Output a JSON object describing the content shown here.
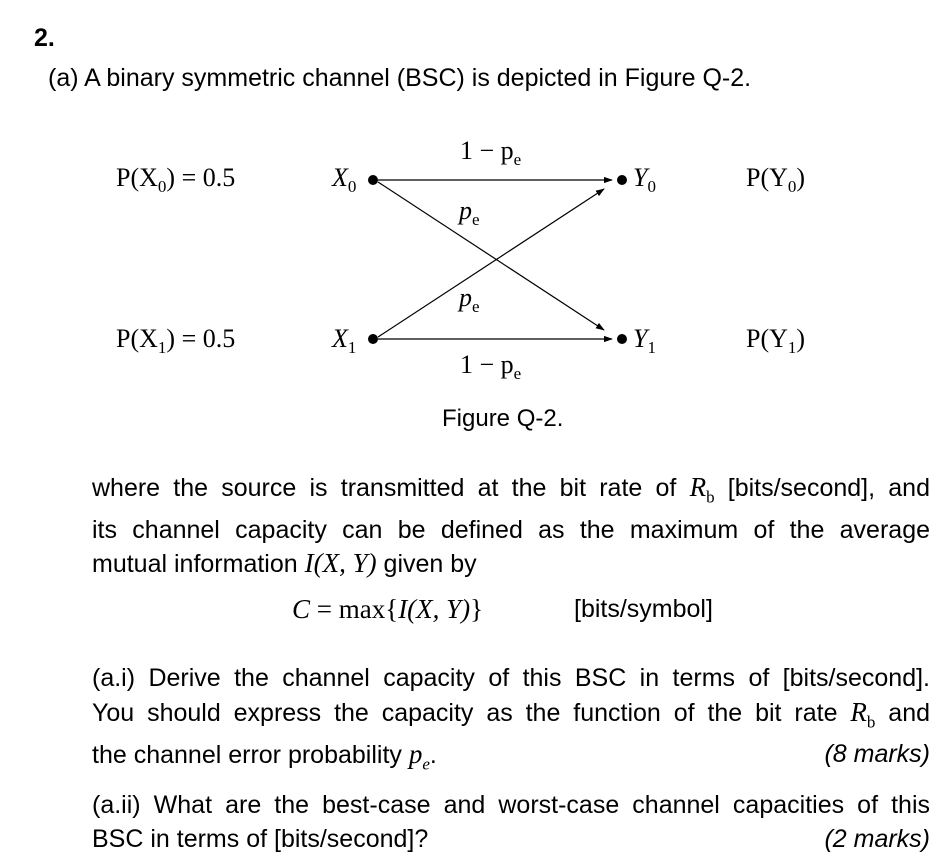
{
  "question": {
    "number": "2",
    "part_a_label": "(a)",
    "part_a_text": "A binary symmetric channel (BSC) is depicted in Figure Q-2."
  },
  "figure": {
    "caption": "Figure Q-2.",
    "px0_label": "P(X",
    "px0_sub": "0",
    "px0_value": ") = 0.5",
    "px1_label": "P(X",
    "px1_sub": "1",
    "px1_value": ") = 0.5",
    "x0": "X",
    "x0_sub": "0",
    "x1": "X",
    "x1_sub": "1",
    "y0": "Y",
    "y0_sub": "0",
    "y1": "Y",
    "y1_sub": "1",
    "py0": "P(Y",
    "py0_sub": "0",
    "py0_close": ")",
    "py1": "P(Y",
    "py1_sub": "1",
    "py1_close": ")",
    "top_label": "1 − p",
    "top_sub": "e",
    "bottom_label": "1 − p",
    "bottom_sub": "e",
    "cross_upper": "p",
    "cross_upper_sub": "e",
    "cross_lower": "p",
    "cross_lower_sub": "e"
  },
  "description": {
    "line1_a": "where the source is transmitted at the bit rate of",
    "rb": "R",
    "rb_sub": "b",
    "line1_b": "[bits/second], and",
    "line2": "its channel capacity can be defined as the maximum of the average",
    "line3_a": "mutual information",
    "ixy": "I(X, Y)",
    "line3_b": "given by"
  },
  "equation": {
    "lhs": "C",
    "eq": " = max{",
    "arg": "I(X, Y)",
    "close": "}",
    "units": "[bits/symbol]"
  },
  "part_ai": {
    "line1": "(a.i) Derive the channel capacity of this BSC in terms of [bits/second].",
    "line2_a": "You should express the capacity as the function of the bit rate",
    "rb": "R",
    "rb_sub": "b",
    "line2_b": "and",
    "line3_a": "the channel error probability",
    "pe": "p",
    "pe_sub": "e",
    "line3_b": ".",
    "marks": "(8 marks)"
  },
  "part_aii": {
    "line1": "(a.ii) What are the best-case and worst-case channel capacities of this",
    "line2": "BSC in terms of [bits/second]?",
    "marks": "(2 marks)"
  }
}
